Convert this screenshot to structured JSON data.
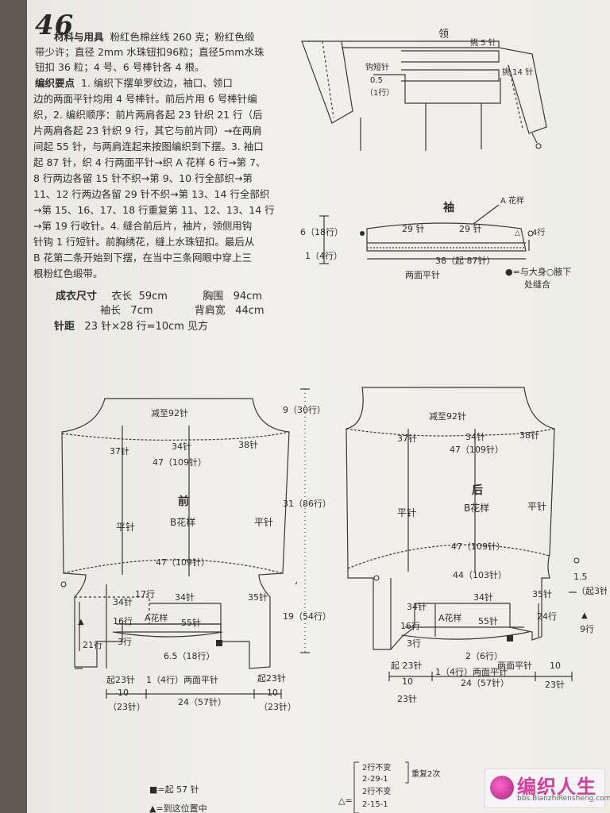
{
  "page_number": "46",
  "materials_title": "材料与用具",
  "materials_lines": [
    "粉红色棉丝线 260 克；粉红色缎",
    "带少许；直径 2mm 水珠钮扣96粒；直径5mm水珠",
    "钮扣 36 粒；4 号、6 号棒针各 4 根。"
  ],
  "steps_title": "编织要点",
  "steps_lines": [
    "1. 编织下摆单罗纹边，袖口、领口",
    "边的两面平针均用 4 号棒针。前后片用 6 号棒针编",
    "织，2. 编织顺序：前片两肩各起 23 针织 21 行（后",
    "片两肩各起 23 针织 9 行，其它与前片同）→在两肩",
    "间起 55 针，与两肩连起来按图编织到下摆。3. 袖口",
    "起 87 针，织 4 行两面平针→织 A 花样 6 行→第 7、",
    "8 行两边各留 15 针不织→第 9、10 行全部织→第",
    "11、12 行两边各留 29 针不织→第 13、14 行全部织",
    "→第 15、16、17、18 行重复第 11、12、13、14 行",
    "→第 19 行收针。4. 缝合前后片，袖片，领侧用钩",
    "针钩 1 行短针。前胸绣花，缝上水珠钮扣。最后从",
    "B 花第二条开始到下摆，在当中三条网眼中穿上三",
    "根粉红色缎带。"
  ],
  "size_title": "成衣尺寸",
  "sizes": [
    {
      "label": "衣长",
      "value": "59cm",
      "label2": "胸围",
      "value2": "94cm"
    },
    {
      "label": "袖长",
      "value": "7cm",
      "label2": "背肩宽",
      "value2": "44cm"
    }
  ],
  "gauge_title": "针距",
  "gauge_value": "23 针×28 行=10cm 见方",
  "collar": {
    "title": "领",
    "pick_top": "挑 5 针",
    "pick_side": "挑 14 针",
    "crochet": "钩短针",
    "crochet_val": "0.5",
    "crochet_rows": "（1行）"
  },
  "sleeve": {
    "title": "袖",
    "pattern_a": "A 花样",
    "left_st": "29 针",
    "right_st": "29 针",
    "rows_left": "6（18行）",
    "rows_bottom": "1（4行）",
    "rows_right": "4行",
    "bottom_st": "38（起 87针）",
    "garter": "两面平针",
    "note1": "●=与大身○腋下",
    "note2": "处缝合"
  },
  "front": {
    "title": "前",
    "dec": "减至92针",
    "top_l": "37针",
    "top_m": "34针",
    "top_r": "38针",
    "top_total": "47（109针）",
    "side_l": "平针",
    "mid": "B花样",
    "side_r": "平针",
    "mid_total": "47（109针）",
    "shoulder_l": "34针",
    "shoulder_m": "34针",
    "shoulder_r": "35针",
    "side_rows": "17行",
    "rows_16": "16行",
    "rows_3": "3行",
    "rows_21": "21行",
    "pattern_a": "A花样",
    "bib_st": "55针",
    "bib_rows": "6.5（18行）",
    "cast_l": "起23针",
    "cast_r": "起23针",
    "garter": "1（4行）两面平针",
    "dim_l": "10",
    "dim_l2": "（23针）",
    "dim_m": "24（57针）",
    "dim_r": "10",
    "dim_r2": "（23针）"
  },
  "back": {
    "title": "后",
    "dec": "减至92针",
    "top_l": "37针",
    "top_m": "34针",
    "top_r": "38针",
    "top_total": "47（109针）",
    "side_l": "平针",
    "mid": "B花样",
    "side_r": "平针",
    "mid_total": "47（109针）",
    "mid_total2": "44（103针）",
    "shoulder_l": "34针",
    "shoulder_m": "34针",
    "shoulder_r": "35针",
    "rows_24": "24行",
    "rows_9": "9行",
    "rows_16": "16行",
    "rows_3": "3行",
    "side_val": "1.5",
    "side_val2": "（起3针）",
    "pattern_a": "A花样",
    "bib_st": "55针",
    "bib_rows": "2（6行）",
    "garter_a": "两面平针",
    "cast_l": "起 23针",
    "garter": "1（4行）两面平针",
    "dim_l": "10",
    "dim_l2": "23针",
    "dim_m": "24（57针）",
    "dim_r": "10",
    "dim_r2": "23针",
    "h_top": "9（30行）",
    "h_mid": "31（86行）",
    "h_bot": "19（54行）"
  },
  "legend": {
    "square": "■=起 57 针",
    "triangle": "▲=到这位置中",
    "repeat_sym": "△=",
    "rep1": "2行不变",
    "rep2": "2-29-1",
    "rep_note": "重复2次",
    "rep3": "2行不变",
    "rep4": "2-15-1"
  },
  "watermark": {
    "main": "编织人生",
    "sub": "bbs.BianzhiRensheng.com"
  }
}
